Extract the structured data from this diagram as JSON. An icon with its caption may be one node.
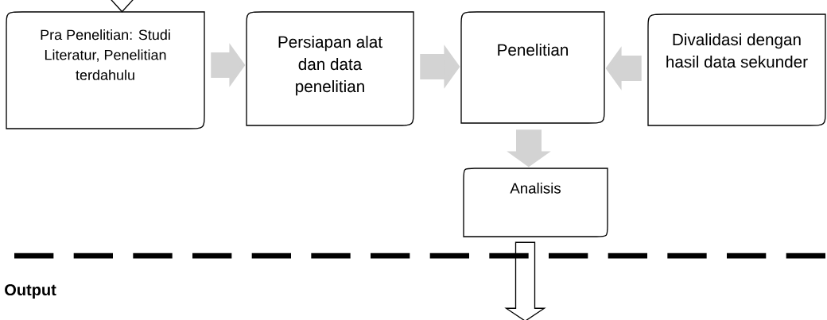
{
  "diagram": {
    "nodes": [
      {
        "text": [
          "Pra Penelitian: Studi Literatur, Penelitian terdahulu"
        ]
      },
      {
        "text": [
          "Persiapan alat dan data penelitian"
        ]
      },
      {
        "text": [
          "Penelitian"
        ]
      },
      {
        "text": [
          "Divalidasi dengan hasil data sekunder"
        ]
      },
      {
        "text": [
          "Analisis"
        ]
      }
    ],
    "edges": [
      {
        "from": null,
        "to": 0,
        "arrow": "to",
        "color": "#000000"
      },
      {
        "from": 0,
        "to": 1,
        "arrow": "to"
      },
      {
        "from": 1,
        "to": 2,
        "arrow": "to"
      },
      {
        "from": 3,
        "to": 2,
        "arrow": "to"
      },
      {
        "from": 2,
        "to": 4,
        "arrow": "to"
      },
      {
        "from": 4,
        "to": null,
        "arrow": "to",
        "color": "#000000"
      }
    ],
    "labels": [
      "Output"
    ]
  }
}
